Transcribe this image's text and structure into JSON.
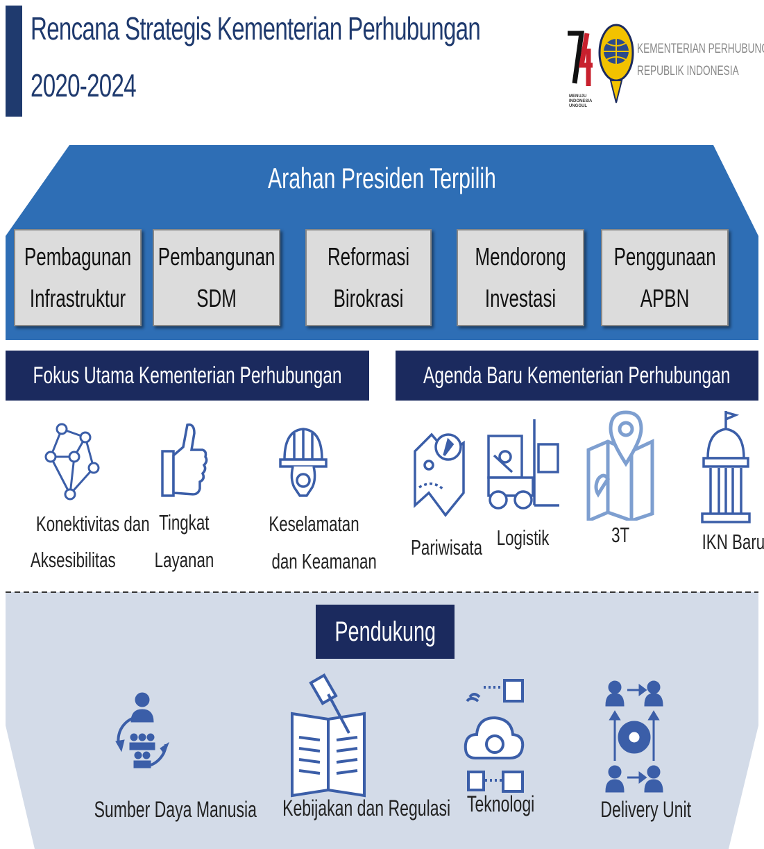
{
  "header": {
    "title_line1": "Rencana Strategis Kementerian Perhubungan",
    "title_line2": "2020-2024",
    "logo_74": "74",
    "logo_74_tagline": "MENUJU INDONESIA UNGGUL",
    "ministry_line1": "KEMENTERIAN PERHUBUNGAN",
    "ministry_line2": "REPUBLIK INDONESIA"
  },
  "arahan": {
    "title": "Arahan Presiden Terpilih",
    "boxes": [
      {
        "line1": "Pembagunan",
        "line2": "Infrastruktur"
      },
      {
        "line1": "Pembangunan",
        "line2": "SDM"
      },
      {
        "line1": "Reformasi",
        "line2": "Birokrasi"
      },
      {
        "line1": "Mendorong",
        "line2": "Investasi"
      },
      {
        "line1": "Penggunaan",
        "line2": "APBN"
      }
    ]
  },
  "fokus": {
    "title": "Fokus Utama Kementerian Perhubungan",
    "items": [
      {
        "line1": "Konektivitas dan",
        "line2": "Aksesibilitas",
        "icon": "network-icon"
      },
      {
        "line1": "Tingkat",
        "line2": "Layanan",
        "icon": "thumbs-up-icon"
      },
      {
        "line1": "Keselamatan",
        "line2": "dan Keamanan",
        "icon": "helmet-gear-icon"
      }
    ]
  },
  "agenda": {
    "title": "Agenda Baru Kementerian Perhubungan",
    "items": [
      {
        "label": "Pariwisata",
        "icon": "map-compass-icon"
      },
      {
        "label": "Logistik",
        "icon": "forklift-icon"
      },
      {
        "label": "3T",
        "icon": "map-pin-icon"
      },
      {
        "label": "IKN Baru",
        "icon": "capitol-building-icon"
      }
    ]
  },
  "pendukung": {
    "title": "Pendukung",
    "items": [
      {
        "label": "Sumber Daya Manusia",
        "icon": "people-cycle-icon"
      },
      {
        "label": "Kebijakan dan Regulasi",
        "icon": "gavel-book-icon"
      },
      {
        "label": "Teknologi",
        "icon": "cloud-gear-icon"
      },
      {
        "label": "Delivery Unit",
        "icon": "team-gear-icon"
      }
    ]
  },
  "colors": {
    "primary_blue": "#2e6eb5",
    "navy": "#1b2a5e",
    "title_navy": "#1f3a6e",
    "icon_blue": "#3b5ea8",
    "icon_light_blue": "#7e9fd0",
    "pendukung_bg": "#d3dbe8"
  }
}
